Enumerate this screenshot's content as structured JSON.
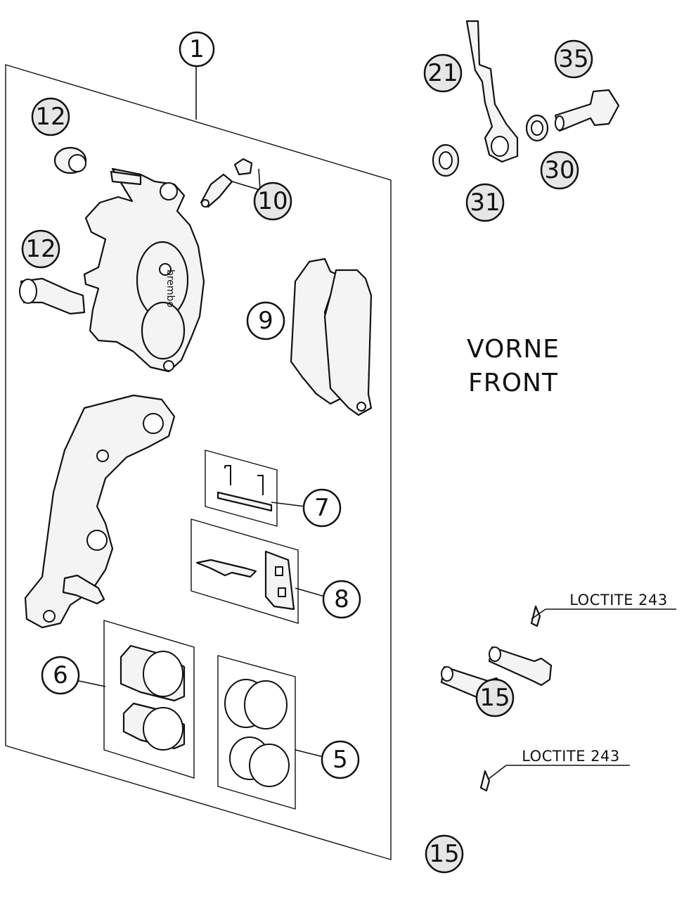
{
  "callouts": {
    "c1": "1",
    "c12a": "12",
    "c12b": "12",
    "c10": "10",
    "c9": "9",
    "c7": "7",
    "c8": "8",
    "c6": "6",
    "c5": "5",
    "c21": "21",
    "c35": "35",
    "c30": "30",
    "c31": "31",
    "c15a": "15",
    "c15b": "15"
  },
  "front_label": {
    "line1": "VORNE",
    "line2": "FRONT"
  },
  "loctite": {
    "upper": "LOCTITE 243",
    "lower": "LOCTITE 243"
  },
  "brand_text": "brembo"
}
